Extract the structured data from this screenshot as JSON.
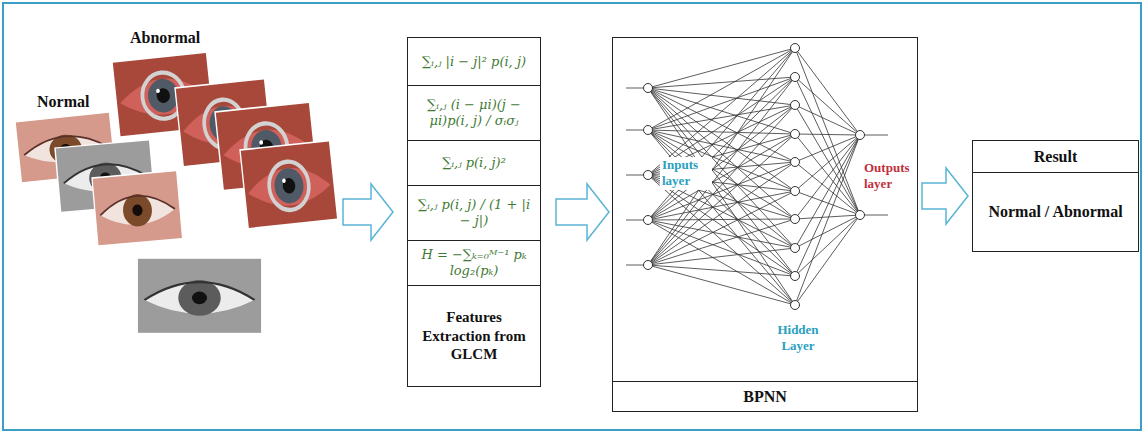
{
  "diagram": {
    "nodes": [
      {
        "text": [
          "Features Extraction from GLCM"
        ]
      },
      {
        "text": [
          "∑ᵢ,ⱼ |i − j|² p(i, j)"
        ],
        "in": 0
      },
      {
        "text": [
          "∑ᵢ,ⱼ (i − μi)(j − μi)p(i, j) / σᵢσⱼ"
        ],
        "in": 0
      },
      {
        "text": [
          "∑ᵢ,ⱼ p(i, j)²"
        ],
        "in": 0
      },
      {
        "text": [
          "∑ᵢ,ⱼ p(i, j) / (1 + |i − j|)"
        ],
        "in": 0
      },
      {
        "text": [
          "H = −∑ₖ₌₀ᴹ⁻¹ pₖ log₂(pₖ)"
        ],
        "in": 0
      },
      {
        "text": [
          "BPNN"
        ]
      },
      {
        "text": [
          "Result",
          "Normal / Abnormal"
        ]
      }
    ],
    "edges": [
      {
        "from": 0,
        "to": 6,
        "arrow": "to"
      },
      {
        "from": 6,
        "to": 7,
        "arrow": "to"
      }
    ],
    "labels": [
      "Abnormal",
      "Normal",
      "Inputs layer",
      "Hidden Layer",
      "Outputs layer"
    ]
  }
}
